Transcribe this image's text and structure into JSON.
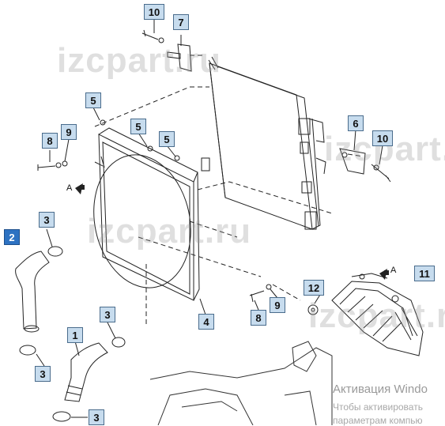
{
  "watermark": {
    "text": "izcpart.ru"
  },
  "callouts": [
    {
      "label": "10"
    },
    {
      "label": "7"
    },
    {
      "label": "5"
    },
    {
      "label": "5"
    },
    {
      "label": "5"
    },
    {
      "label": "6"
    },
    {
      "label": "10"
    },
    {
      "label": "8"
    },
    {
      "label": "9"
    },
    {
      "label": "3"
    },
    {
      "label": "2"
    },
    {
      "label": "3"
    },
    {
      "label": "4"
    },
    {
      "label": "1"
    },
    {
      "label": "3"
    },
    {
      "label": "3"
    },
    {
      "label": "12"
    },
    {
      "label": "8"
    },
    {
      "label": "9"
    },
    {
      "label": "11"
    }
  ],
  "view_labels": {
    "left": "A",
    "right": "A"
  },
  "os_overlay": {
    "title": "Активация Windo",
    "line1": "Чтобы активировать",
    "line2": "параметрам компью"
  }
}
